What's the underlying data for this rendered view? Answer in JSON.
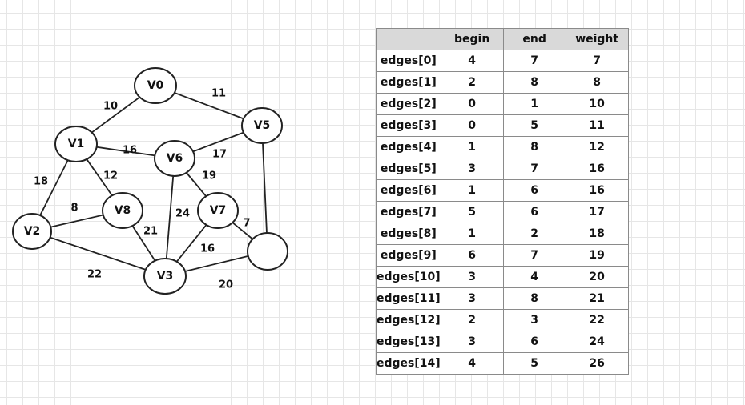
{
  "graph": {
    "nodes": [
      {
        "id": "V0",
        "label": "V0"
      },
      {
        "id": "V1",
        "label": "V1"
      },
      {
        "id": "V2",
        "label": "V2"
      },
      {
        "id": "V3",
        "label": "V3"
      },
      {
        "id": "V4",
        "label": ""
      },
      {
        "id": "V5",
        "label": "V5"
      },
      {
        "id": "V6",
        "label": "V6"
      },
      {
        "id": "V7",
        "label": "V7"
      },
      {
        "id": "V8",
        "label": "V8"
      }
    ],
    "edges": [
      {
        "from": "V0",
        "to": "V1",
        "weight": "10"
      },
      {
        "from": "V0",
        "to": "V5",
        "weight": "11"
      },
      {
        "from": "V1",
        "to": "V6",
        "weight": "16"
      },
      {
        "from": "V6",
        "to": "V5",
        "weight": "17"
      },
      {
        "from": "V1",
        "to": "V2",
        "weight": "18"
      },
      {
        "from": "V1",
        "to": "V8",
        "weight": "12"
      },
      {
        "from": "V6",
        "to": "V7",
        "weight": "19"
      },
      {
        "from": "V2",
        "to": "V8",
        "weight": "8"
      },
      {
        "from": "V6",
        "to": "V3",
        "weight": "24"
      },
      {
        "from": "V7",
        "to": "V4",
        "weight": "7"
      },
      {
        "from": "V8",
        "to": "V3",
        "weight": "21"
      },
      {
        "from": "V7",
        "to": "V3",
        "weight": "16"
      },
      {
        "from": "V2",
        "to": "V3",
        "weight": "22"
      },
      {
        "from": "V3",
        "to": "V4",
        "weight": "20"
      },
      {
        "from": "V5",
        "to": "V4",
        "weight": ""
      }
    ]
  },
  "table": {
    "headers": [
      "",
      "begin",
      "end",
      "weight"
    ],
    "rows": [
      {
        "name": "edges[0]",
        "begin": "4",
        "end": "7",
        "weight": "7"
      },
      {
        "name": "edges[1]",
        "begin": "2",
        "end": "8",
        "weight": "8"
      },
      {
        "name": "edges[2]",
        "begin": "0",
        "end": "1",
        "weight": "10"
      },
      {
        "name": "edges[3]",
        "begin": "0",
        "end": "5",
        "weight": "11"
      },
      {
        "name": "edges[4]",
        "begin": "1",
        "end": "8",
        "weight": "12"
      },
      {
        "name": "edges[5]",
        "begin": "3",
        "end": "7",
        "weight": "16"
      },
      {
        "name": "edges[6]",
        "begin": "1",
        "end": "6",
        "weight": "16"
      },
      {
        "name": "edges[7]",
        "begin": "5",
        "end": "6",
        "weight": "17"
      },
      {
        "name": "edges[8]",
        "begin": "1",
        "end": "2",
        "weight": "18"
      },
      {
        "name": "edges[9]",
        "begin": "6",
        "end": "7",
        "weight": "19"
      },
      {
        "name": "edges[10]",
        "begin": "3",
        "end": "4",
        "weight": "20"
      },
      {
        "name": "edges[11]",
        "begin": "3",
        "end": "8",
        "weight": "21"
      },
      {
        "name": "edges[12]",
        "begin": "2",
        "end": "3",
        "weight": "22"
      },
      {
        "name": "edges[13]",
        "begin": "3",
        "end": "6",
        "weight": "24"
      },
      {
        "name": "edges[14]",
        "begin": "4",
        "end": "5",
        "weight": "26"
      }
    ]
  },
  "colors": {
    "stroke": "#222222",
    "header_bg": "#d9d9d9",
    "grid": "#e6e6e6"
  }
}
